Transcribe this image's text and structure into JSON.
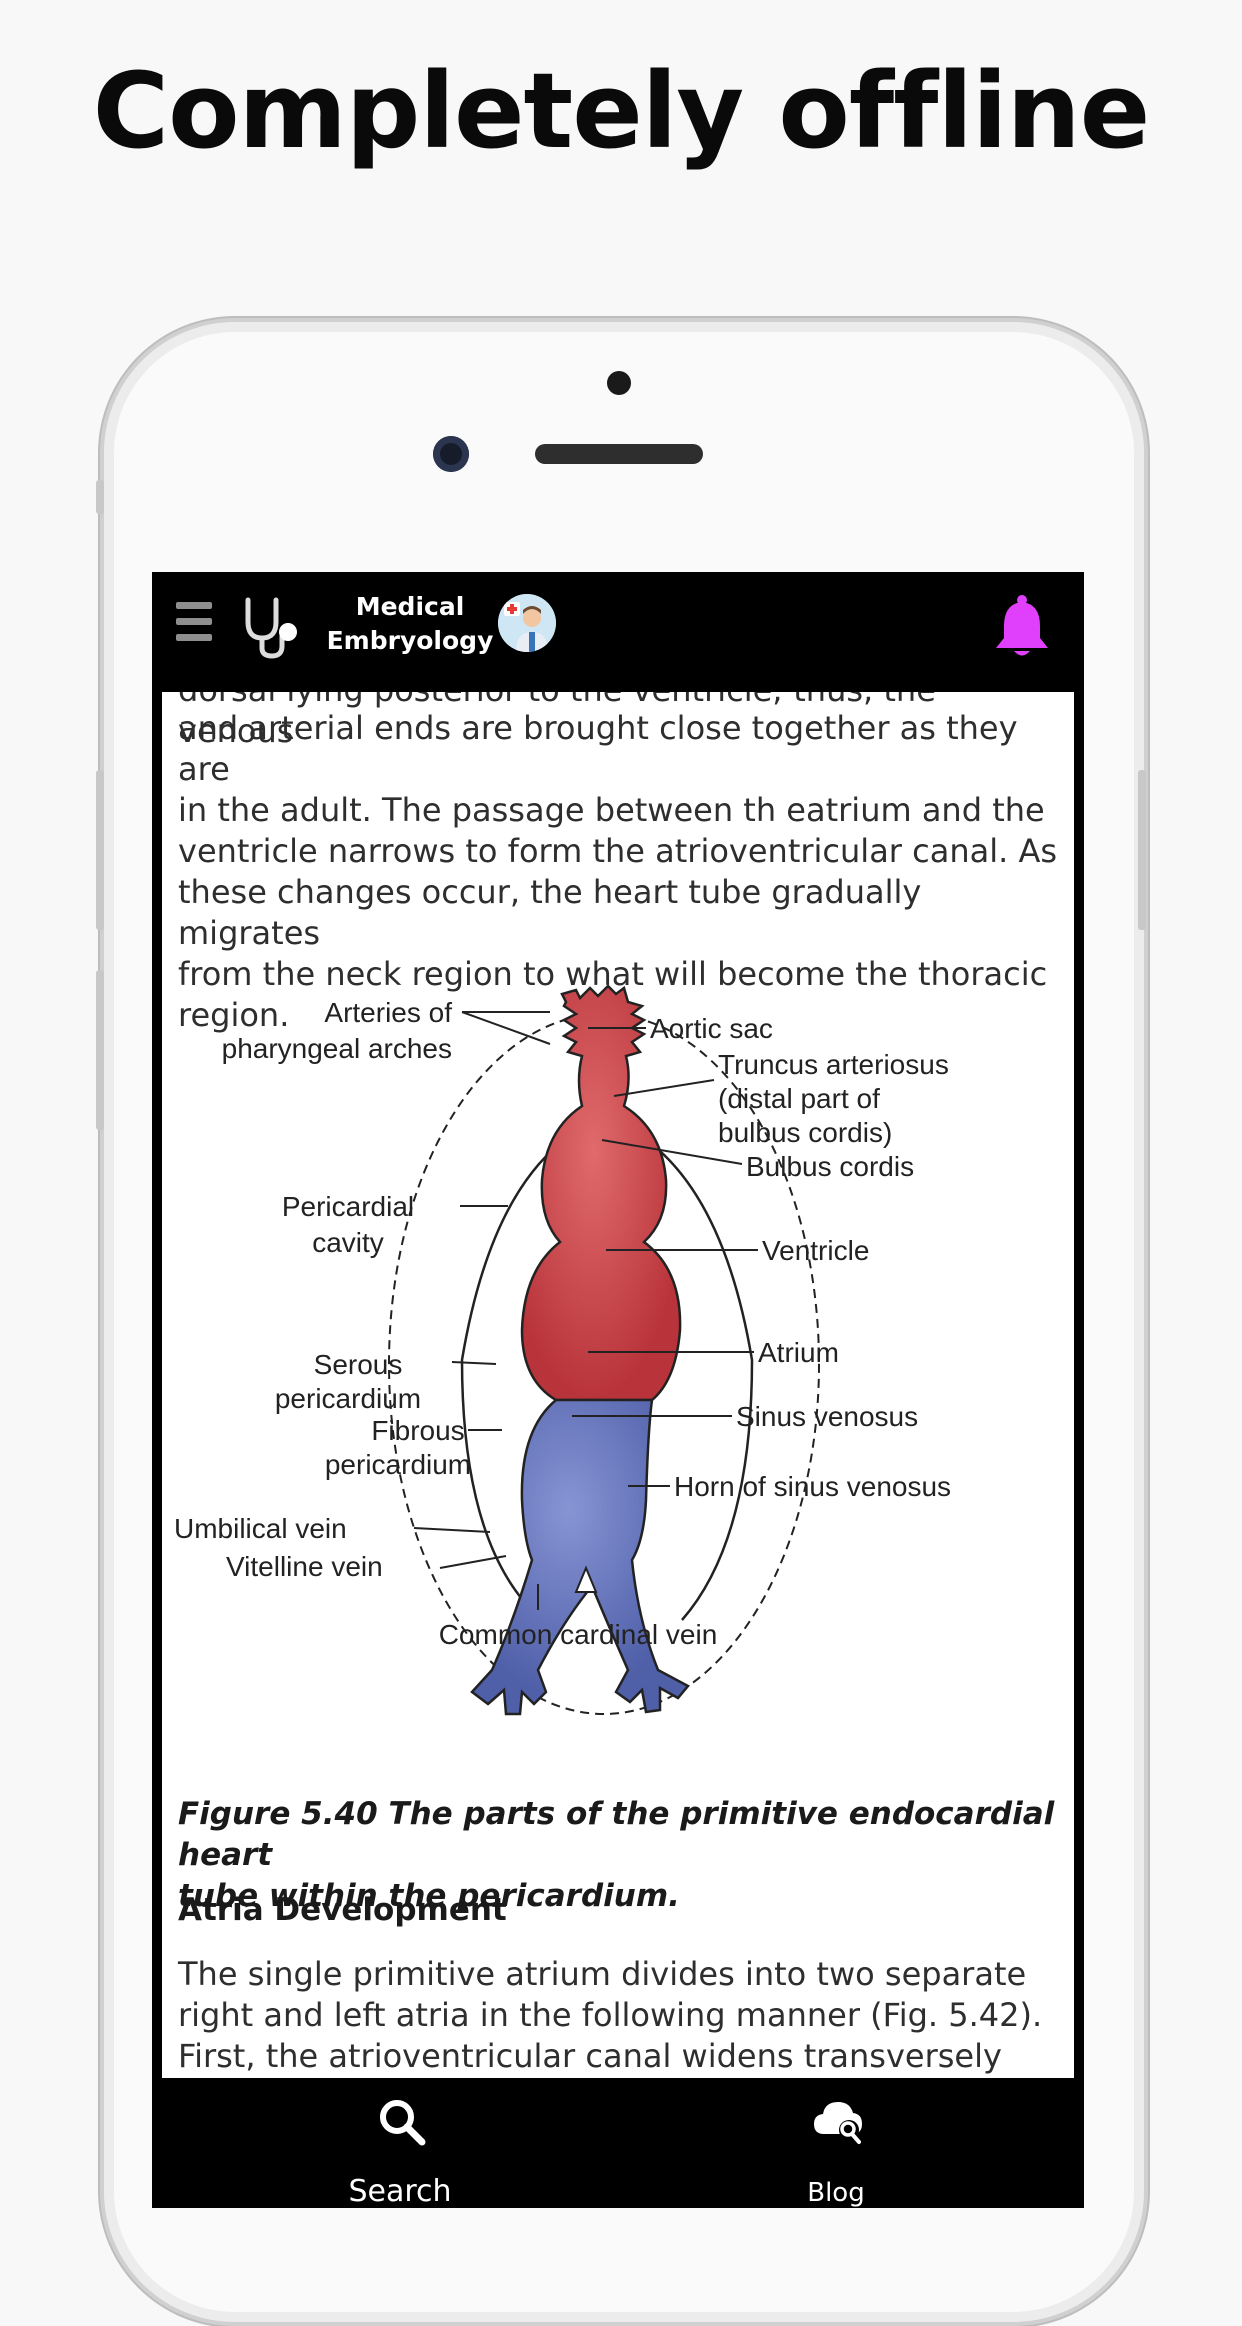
{
  "headline": "Completely offline",
  "app_bar": {
    "title_line1": "Medical",
    "title_line2": "Embryology",
    "menu_icon": "hamburger-icon",
    "logo_icon": "stethoscope-icon",
    "avatar_icon": "doctor-icon",
    "notification_icon": "bell-icon",
    "bell_color": "#e040fb"
  },
  "article": {
    "cut_line": "dorsal lying posterior to the ventricle; thus, the venous",
    "paragraph1_lines": [
      "and arterial ends are brought close together as they are",
      "in the adult. The passage between th eatrium and the",
      "ventricle narrows to form the atrioventricular canal. As",
      "these changes occur, the heart tube gradually migrates",
      "from the neck region to what will become the thoracic",
      "region."
    ],
    "figure_labels": {
      "arteries_1": "Arteries of",
      "arteries_2": "pharyngeal arches",
      "aortic_sac": "Aortic sac",
      "truncus_1": "Truncus arteriosus",
      "truncus_2": "(distal part of",
      "truncus_3": "bulbus cordis)",
      "bulbus": "Bulbus cordis",
      "pericardial_1": "Pericardial",
      "pericardial_2": "cavity",
      "ventricle": "Ventricle",
      "atrium": "Atrium",
      "serous_1": "Serous",
      "serous_2": "pericardium",
      "sinus": "Sinus venosus",
      "fibrous_1": "Fibrous",
      "fibrous_2": "pericardium",
      "horn": "Horn of sinus venosus",
      "umbilical": "Umbilical vein",
      "vitelline": "Vitelline vein",
      "cardinal": "Common cardinal vein"
    },
    "caption_lines": [
      "Figure 5.40 The parts of the primitive endocardial heart",
      "tube within the pericardium."
    ],
    "section_heading": "Atria Development",
    "paragraph2_lines": [
      "The single primitive atrium divides into two separate",
      "right and left atria in the following manner (Fig. 5.42).",
      "First, the atrioventricular canal widens transversely (see"
    ]
  },
  "bottom_nav": {
    "search_label": "Search",
    "search_icon": "search-icon",
    "blog_label": "Blog",
    "blog_icon": "cloud-search-icon"
  },
  "colors": {
    "arterial_red": "#c63c40",
    "venous_blue": "#5968b0",
    "screen_black": "#000000"
  }
}
